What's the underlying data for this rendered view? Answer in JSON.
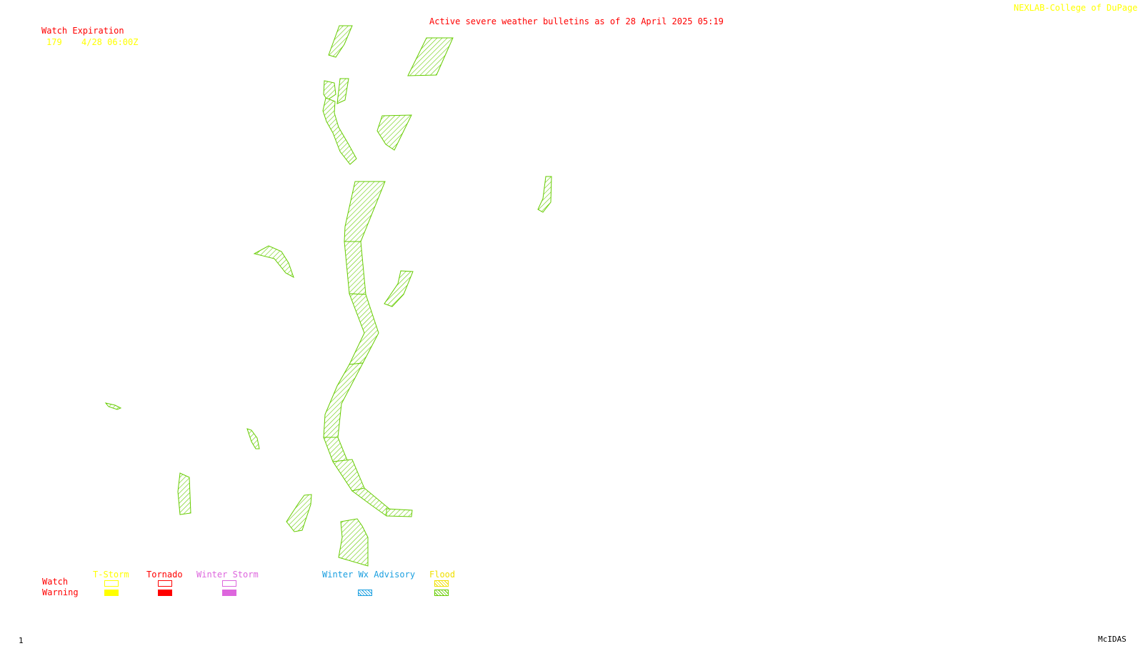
{
  "header": {
    "title": "Active severe weather bulletins as of 28 April 2025 05:19",
    "credit": "NEXLAB-College of DuPage R"
  },
  "watch_expiration": {
    "heading": "Watch Expiration",
    "entries": [
      {
        "number": "179",
        "expires": "4/28 06:00Z"
      }
    ]
  },
  "legend": {
    "row_labels": {
      "watch": "Watch",
      "warning": "Warning"
    },
    "columns": [
      {
        "label": "T-Storm",
        "color": "#ffff00",
        "style": "fill"
      },
      {
        "label": "Tornado",
        "color": "#ff0000",
        "style": "fill"
      },
      {
        "label": "Winter Storm",
        "color": "#dd66dd",
        "style": "fill"
      },
      {
        "label": "Winter Wx Advisory",
        "color": "#1a9fe0",
        "style": "hatch"
      },
      {
        "label": "Flood",
        "color": "#66cc00",
        "style": "hatch"
      }
    ]
  },
  "flood_warning_color": "#66cc00",
  "footer": {
    "frame": "1",
    "software": "McIDAS"
  }
}
